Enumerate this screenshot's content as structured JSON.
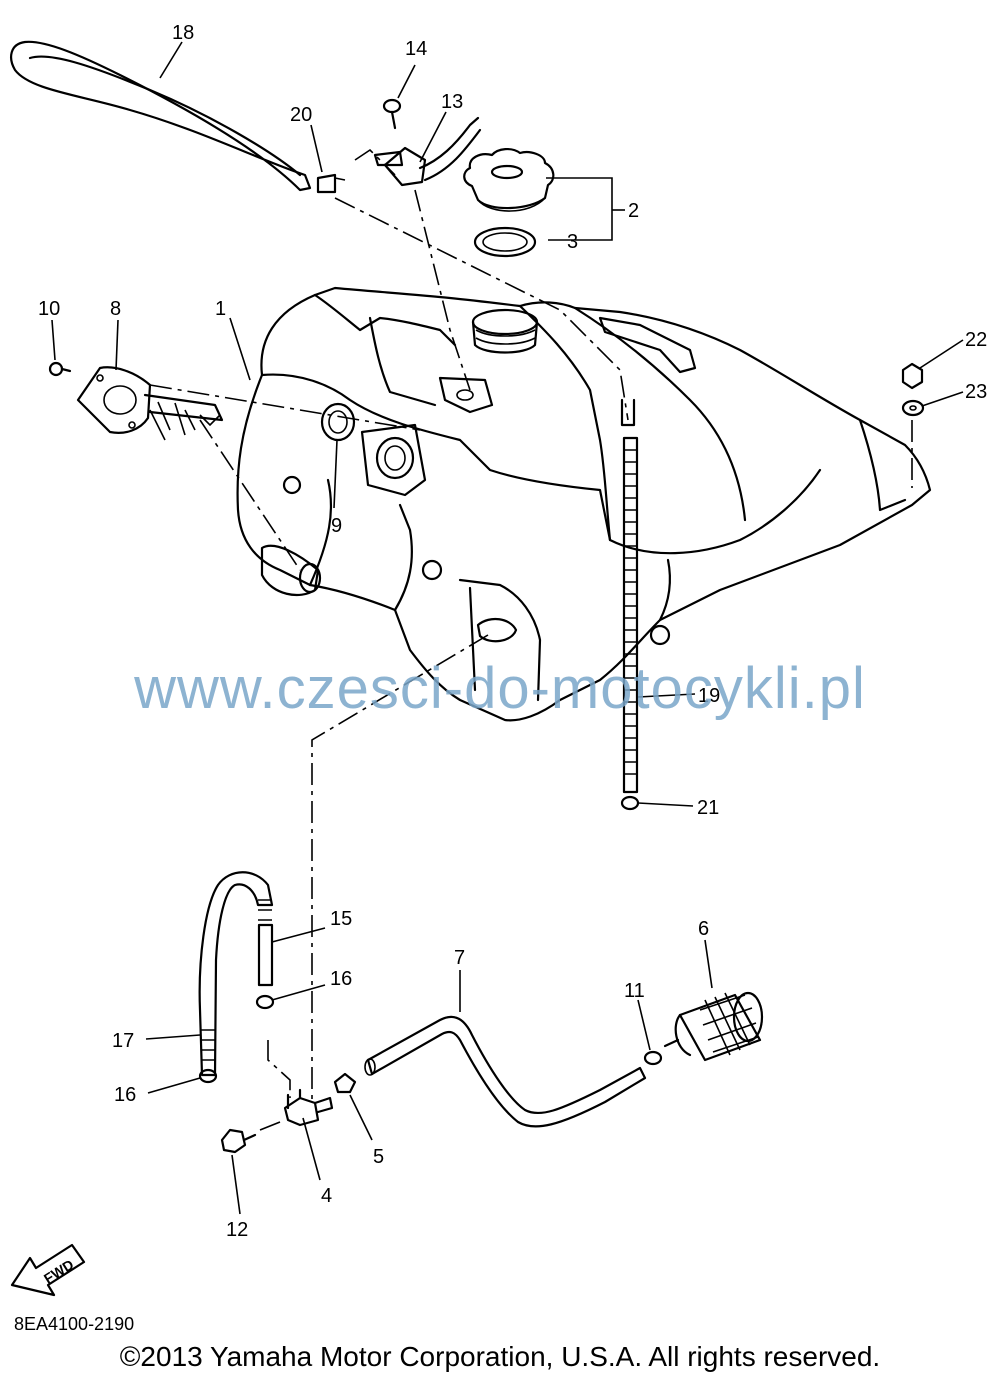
{
  "diagram": {
    "callouts": [
      "1",
      "2",
      "3",
      "4",
      "5",
      "6",
      "7",
      "8",
      "9",
      "10",
      "11",
      "12",
      "13",
      "14",
      "15",
      "16",
      "16",
      "17",
      "18",
      "19",
      "20",
      "21",
      "22",
      "23"
    ],
    "fwd_label": "FWD",
    "ref_code": "8EA4100-2190",
    "watermark": "www.czesci-do-motocykli.pl",
    "copyright": "©2013 Yamaha Motor Corporation, U.S.A. All rights reserved."
  }
}
